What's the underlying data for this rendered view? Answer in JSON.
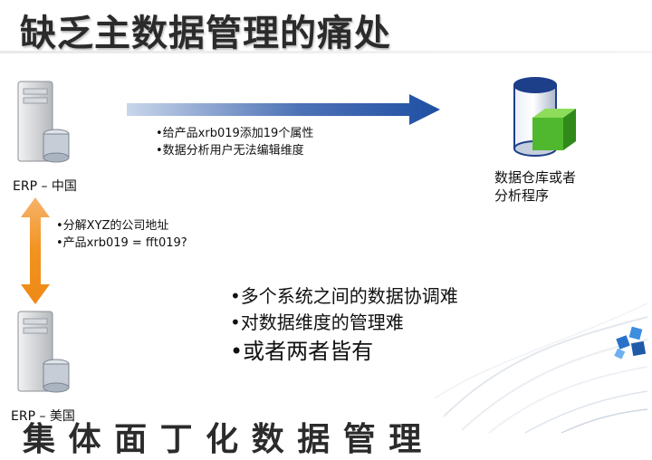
{
  "title": "缺乏主数据管理的痛处",
  "nodes": {
    "erp_china": "ERP – 中国",
    "erp_usa": "ERP – 美国",
    "data_warehouse": [
      "数据仓库或者",
      "分析程序"
    ]
  },
  "arrow_notes": {
    "horizontal": [
      "•给产品xrb019添加19个属性",
      "•数据分析用户无法编辑维度"
    ],
    "vertical": [
      "•分解XYZ的公司地址",
      "•产品xrb019 = fft019?"
    ]
  },
  "summary": [
    "•多个系统之间的数据协调难",
    "•对数据维度的管理难",
    "•或者两者皆有"
  ],
  "next_slide_fragment": "集  体       面   丁       化  数   据  管  理",
  "colors": {
    "arrow_blue": "#1f4fa3",
    "arrow_orange": "#f08a1c",
    "cube_green": "#4fb82e",
    "cylinder_blue": "#1d3f8a"
  }
}
